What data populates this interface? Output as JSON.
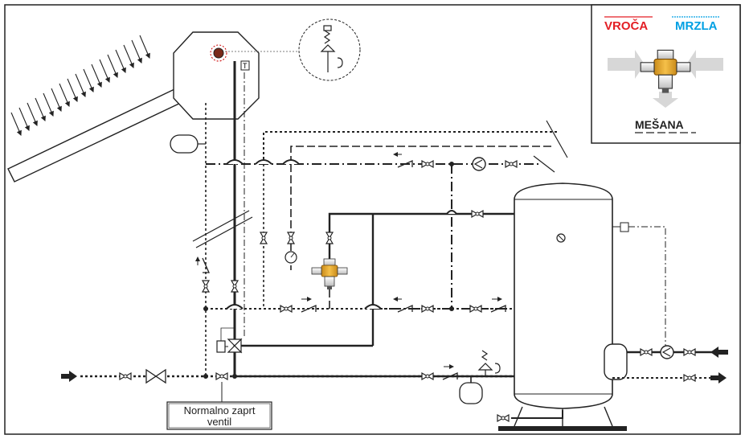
{
  "legend": {
    "hot_label": "VROČA",
    "cold_label": "MRZLA",
    "mixed_label": "MEŠANA",
    "hot_color": "#e31e24",
    "cold_color": "#00a0e3",
    "mixed_color": "#222222"
  },
  "note": {
    "line1": "Normalno zaprt",
    "line2": "ventil"
  },
  "sensor_label": "T",
  "icons": [
    "pump-icon",
    "valve-icon",
    "check-valve-icon",
    "expansion-tank-icon",
    "mixing-valve-icon",
    "safety-valve-icon",
    "pressure-gauge-icon",
    "sun-rays-icon"
  ]
}
